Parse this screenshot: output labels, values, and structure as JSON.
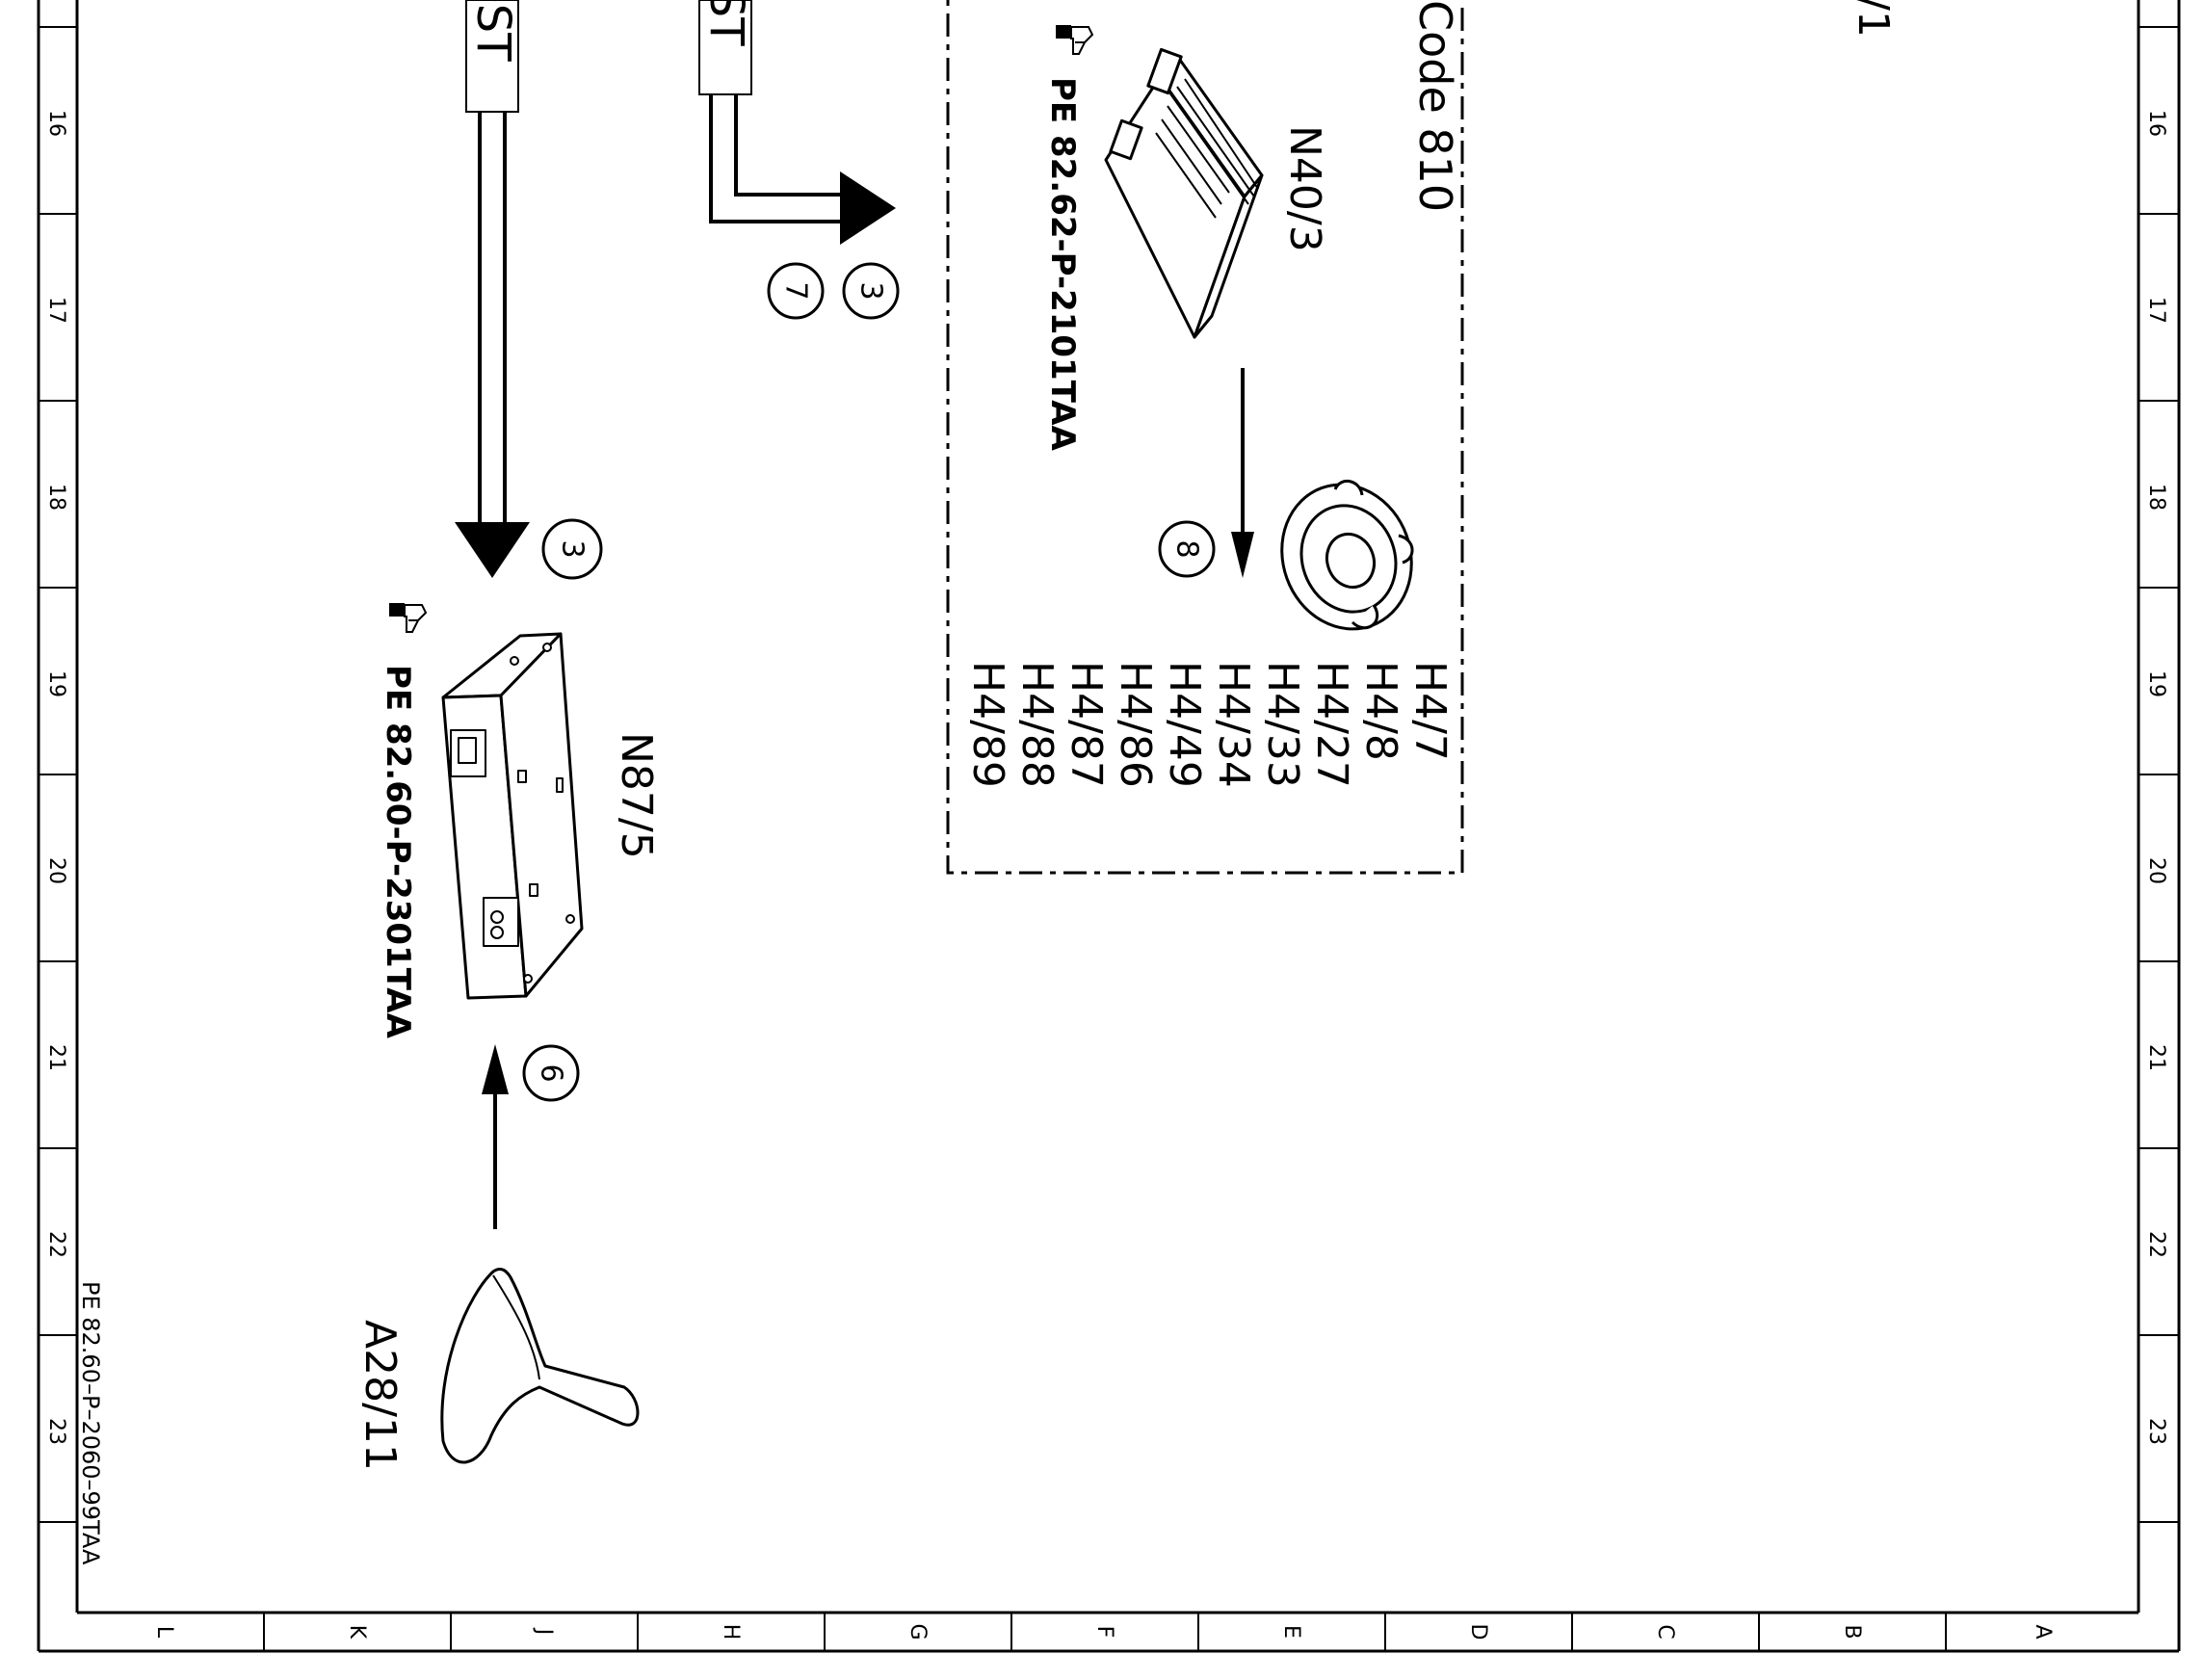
{
  "sheet": {
    "row_numbers": [
      "16",
      "17",
      "18",
      "19",
      "20",
      "21",
      "22",
      "23"
    ],
    "column_letters": [
      "L",
      "K",
      "J",
      "H",
      "G",
      "F",
      "E",
      "D",
      "C",
      "B",
      "A"
    ],
    "document_ref": "PE 82.60–P–2060–99TAA",
    "top_fragment_1": "OST",
    "top_fragment_2": "OST",
    "top_right_fragment": "/1"
  },
  "option_box": {
    "label": "Code 810"
  },
  "components": {
    "n40_3": {
      "label": "N40/3",
      "ref": "PE 82.62-P-2101TAA"
    },
    "n87_5": {
      "label": "N87/5",
      "ref": "PE 82.60-P-2301TAA"
    },
    "a28_11": {
      "label": "A28/11"
    },
    "speakers": [
      "H4/7",
      "H4/8",
      "H4/27",
      "H4/33",
      "H4/34",
      "H4/49",
      "H4/86",
      "H4/87",
      "H4/88",
      "H4/89"
    ]
  },
  "callouts": {
    "c3_top": "3",
    "c7": "7",
    "c3_mid": "3",
    "c8": "8",
    "c6": "6"
  }
}
